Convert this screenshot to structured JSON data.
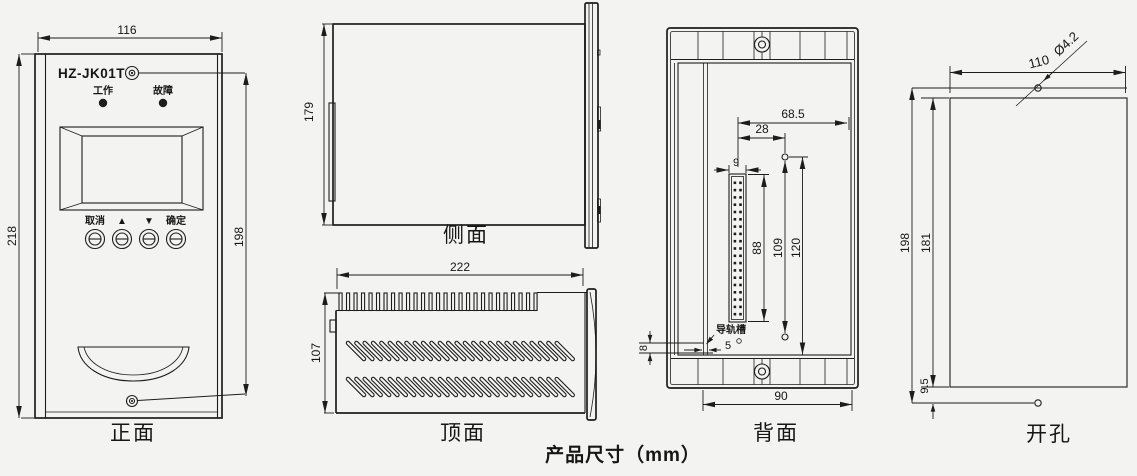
{
  "figure": {
    "footer_caption": "产品尺寸（mm）",
    "colors": {
      "ink": "#1d1d1b",
      "background": "#f3f3f2"
    }
  },
  "views": {
    "front": {
      "caption": "正面",
      "model": "HZ-JK01T",
      "led_labels": {
        "run": "工作",
        "fault": "故障"
      },
      "buttons": {
        "cancel": "取消",
        "up": "▲",
        "down": "▼",
        "ok": "确定"
      },
      "dims": {
        "width": "116",
        "height": "218",
        "screw_span": "198"
      }
    },
    "side": {
      "caption": "侧面",
      "dims": {
        "depth": "179"
      }
    },
    "top": {
      "caption": "顶面",
      "dims": {
        "width": "222",
        "depth": "107"
      },
      "vents": {
        "comb_teeth": 27,
        "slot_rows": 2,
        "slots_per_row": 26
      }
    },
    "back": {
      "caption": "背面",
      "rail_label": "导轨槽",
      "connector_pin_rows": 19,
      "dims": {
        "hole_span": "68.5",
        "hole_offset": "28",
        "connector_width": "9",
        "connector_height": "88",
        "hole_pitch": "109",
        "panel_height": "120",
        "rail_width": "5",
        "rail_height": "8",
        "bottom_span": "90"
      }
    },
    "cutout": {
      "caption": "开孔",
      "dims": {
        "width": "110",
        "hole_dia": "Ø4.2",
        "hole_span": "198",
        "rect_height": "181",
        "hole_offset": "9.5"
      }
    }
  }
}
